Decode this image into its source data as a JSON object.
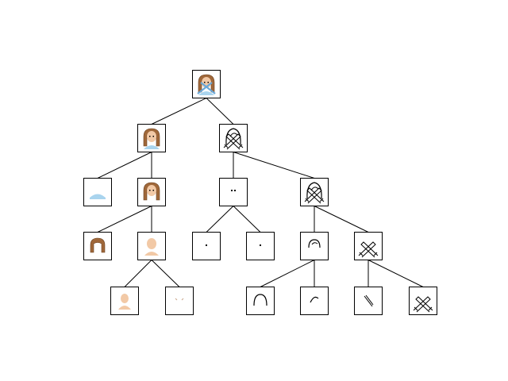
{
  "diagram": {
    "type": "tree",
    "colors": {
      "edge": "#000000",
      "box_border": "#000000",
      "box_fill": "#ffffff",
      "hair": "#a0683a",
      "hair_dark": "#6b4020",
      "skin": "#f2c9a6",
      "shirt": "#a9d4ee",
      "line_art": "#000000"
    },
    "nodes": [
      {
        "id": "root",
        "parent": null,
        "glyph": "woman-gesturing-no-full-color"
      },
      {
        "id": "n1",
        "parent": "root",
        "glyph": "woman-color-without-arms"
      },
      {
        "id": "n2",
        "parent": "root",
        "glyph": "woman-gesturing-no-outline"
      },
      {
        "id": "n1a",
        "parent": "n1",
        "glyph": "shirt-fragment"
      },
      {
        "id": "n1b",
        "parent": "n1",
        "glyph": "woman-head-color"
      },
      {
        "id": "n2a",
        "parent": "n2",
        "glyph": "eyes-pair"
      },
      {
        "id": "n2b",
        "parent": "n2",
        "glyph": "outline-head-and-arms"
      },
      {
        "id": "n1b1",
        "parent": "n1b",
        "glyph": "hair-fragment"
      },
      {
        "id": "n1b2",
        "parent": "n1b",
        "glyph": "face-skin"
      },
      {
        "id": "n2a1",
        "parent": "n2a",
        "glyph": "left-eye-dot"
      },
      {
        "id": "n2a2",
        "parent": "n2a",
        "glyph": "right-eye-dot"
      },
      {
        "id": "n2b1",
        "parent": "n2b",
        "glyph": "head-outline"
      },
      {
        "id": "n2b2",
        "parent": "n2b",
        "glyph": "crossed-arms-outline"
      },
      {
        "id": "n1b2a",
        "parent": "n1b2",
        "glyph": "skin-neck-shape"
      },
      {
        "id": "n1b2b",
        "parent": "n1b2",
        "glyph": "eye-mark-strokes"
      },
      {
        "id": "n2b1a",
        "parent": "n2b1",
        "glyph": "head-arc"
      },
      {
        "id": "n2b1b",
        "parent": "n2b1",
        "glyph": "hair-curve"
      },
      {
        "id": "n2b2a",
        "parent": "n2b2",
        "glyph": "single-arm-stroke"
      },
      {
        "id": "n2b2b",
        "parent": "n2b2",
        "glyph": "crossed-hands-lines"
      }
    ]
  }
}
